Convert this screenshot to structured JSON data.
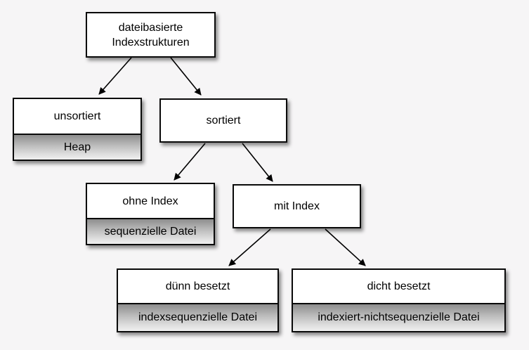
{
  "diagram": {
    "type": "tree",
    "language": "de",
    "background_color": "#f6f5f6",
    "node_fill": "#ffffff",
    "node_border_color": "#0a0a0a",
    "sublabel_gradient_top": "#8d8d8d",
    "sublabel_gradient_bottom": "#efefef",
    "edge_color": "#000000",
    "nodes": {
      "root": {
        "label": "dateibasierte Indexstrukturen"
      },
      "unsortiert": {
        "label": "unsortiert",
        "sub": "Heap"
      },
      "sortiert": {
        "label": "sortiert"
      },
      "ohne_index": {
        "label": "ohne Index",
        "sub": "sequenzielle Datei"
      },
      "mit_index": {
        "label": "mit Index"
      },
      "duenn": {
        "label": "dünn besetzt",
        "sub": "indexsequenzielle Datei"
      },
      "dicht": {
        "label": "dicht besetzt",
        "sub": "indexiert-nichtsequenzielle Datei"
      }
    },
    "edges": [
      {
        "from": "root",
        "to": "unsortiert"
      },
      {
        "from": "root",
        "to": "sortiert"
      },
      {
        "from": "sortiert",
        "to": "ohne_index"
      },
      {
        "from": "sortiert",
        "to": "mit_index"
      },
      {
        "from": "mit_index",
        "to": "duenn"
      },
      {
        "from": "mit_index",
        "to": "dicht"
      }
    ]
  }
}
